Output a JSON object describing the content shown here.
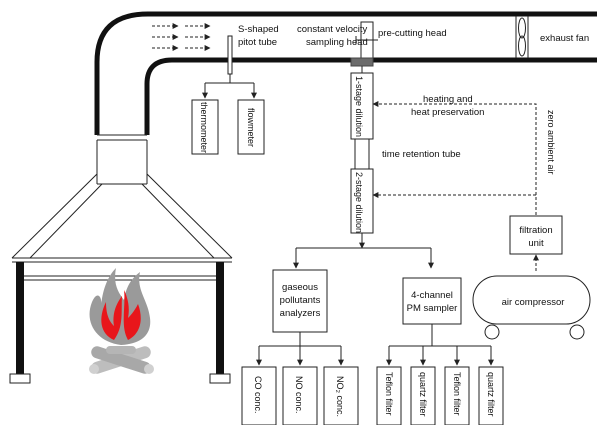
{
  "labels": {
    "pitot": [
      "S-shaped",
      "pitot tube"
    ],
    "sampling_head": [
      "constant velocity",
      "sampling head"
    ],
    "pre_cutting_head": "pre-cutting head",
    "exhaust_fan": "exhaust fan",
    "thermometer": "thermometer",
    "flowmeter": "flowmeter",
    "dilution1": "1-stage dilution",
    "dilution2": "2-stage dilution",
    "heating": [
      "heating and",
      "heat preservation"
    ],
    "zero_air": "zero ambient air",
    "retention_tube": "time retention tube",
    "filtration_unit": [
      "filtration",
      "unit"
    ],
    "gaseous_analyzers": [
      "gaseous",
      "pollutants",
      "analyzers"
    ],
    "pm_sampler": [
      "4-channel",
      "PM sampler"
    ],
    "air_compressor": "air compressor",
    "co_conc": "CO conc.",
    "no_conc": "NO conc.",
    "no2_conc": "NO₂ conc.",
    "teflon_filter_1": "Teflon filter",
    "quartz_filter_1": "quartz filter",
    "teflon_filter_2": "Teflon filter",
    "quartz_filter_2": "quartz filter"
  },
  "colors": {
    "flame_red": "#e8161b",
    "flame_gray": "#9a9a9a",
    "flange": "#6b6b6b"
  }
}
